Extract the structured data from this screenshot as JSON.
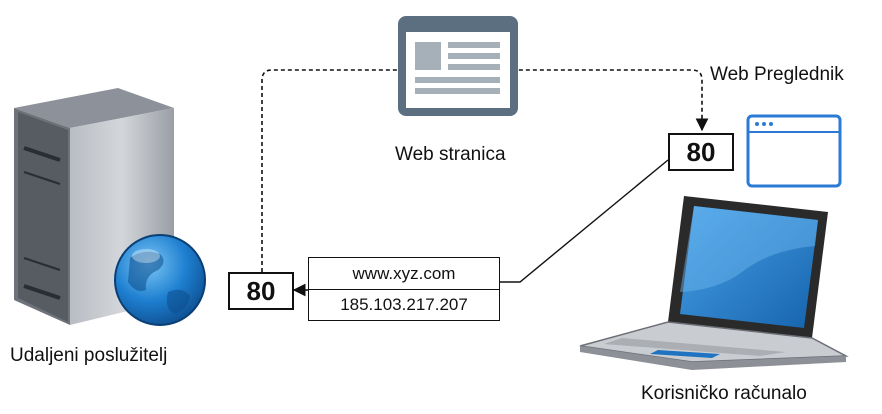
{
  "labels": {
    "web_page": "Web stranica",
    "web_browser": "Web Preglednik",
    "remote_server": "Udaljeni poslužitelj",
    "user_computer": "Korisničko računalo"
  },
  "ports": {
    "client": "80",
    "server": "80"
  },
  "address": {
    "domain": "www.xyz.com",
    "ip": "185.103.217.207"
  },
  "colors": {
    "icon_gray": "#5b6f80",
    "browser_blue": "#2b7bd6",
    "laptop_screen": "#1f73c0",
    "globe": "#1e7fd0"
  },
  "icons": [
    "web-page-icon",
    "browser-window-icon",
    "server-icon",
    "globe-icon",
    "laptop-icon"
  ]
}
